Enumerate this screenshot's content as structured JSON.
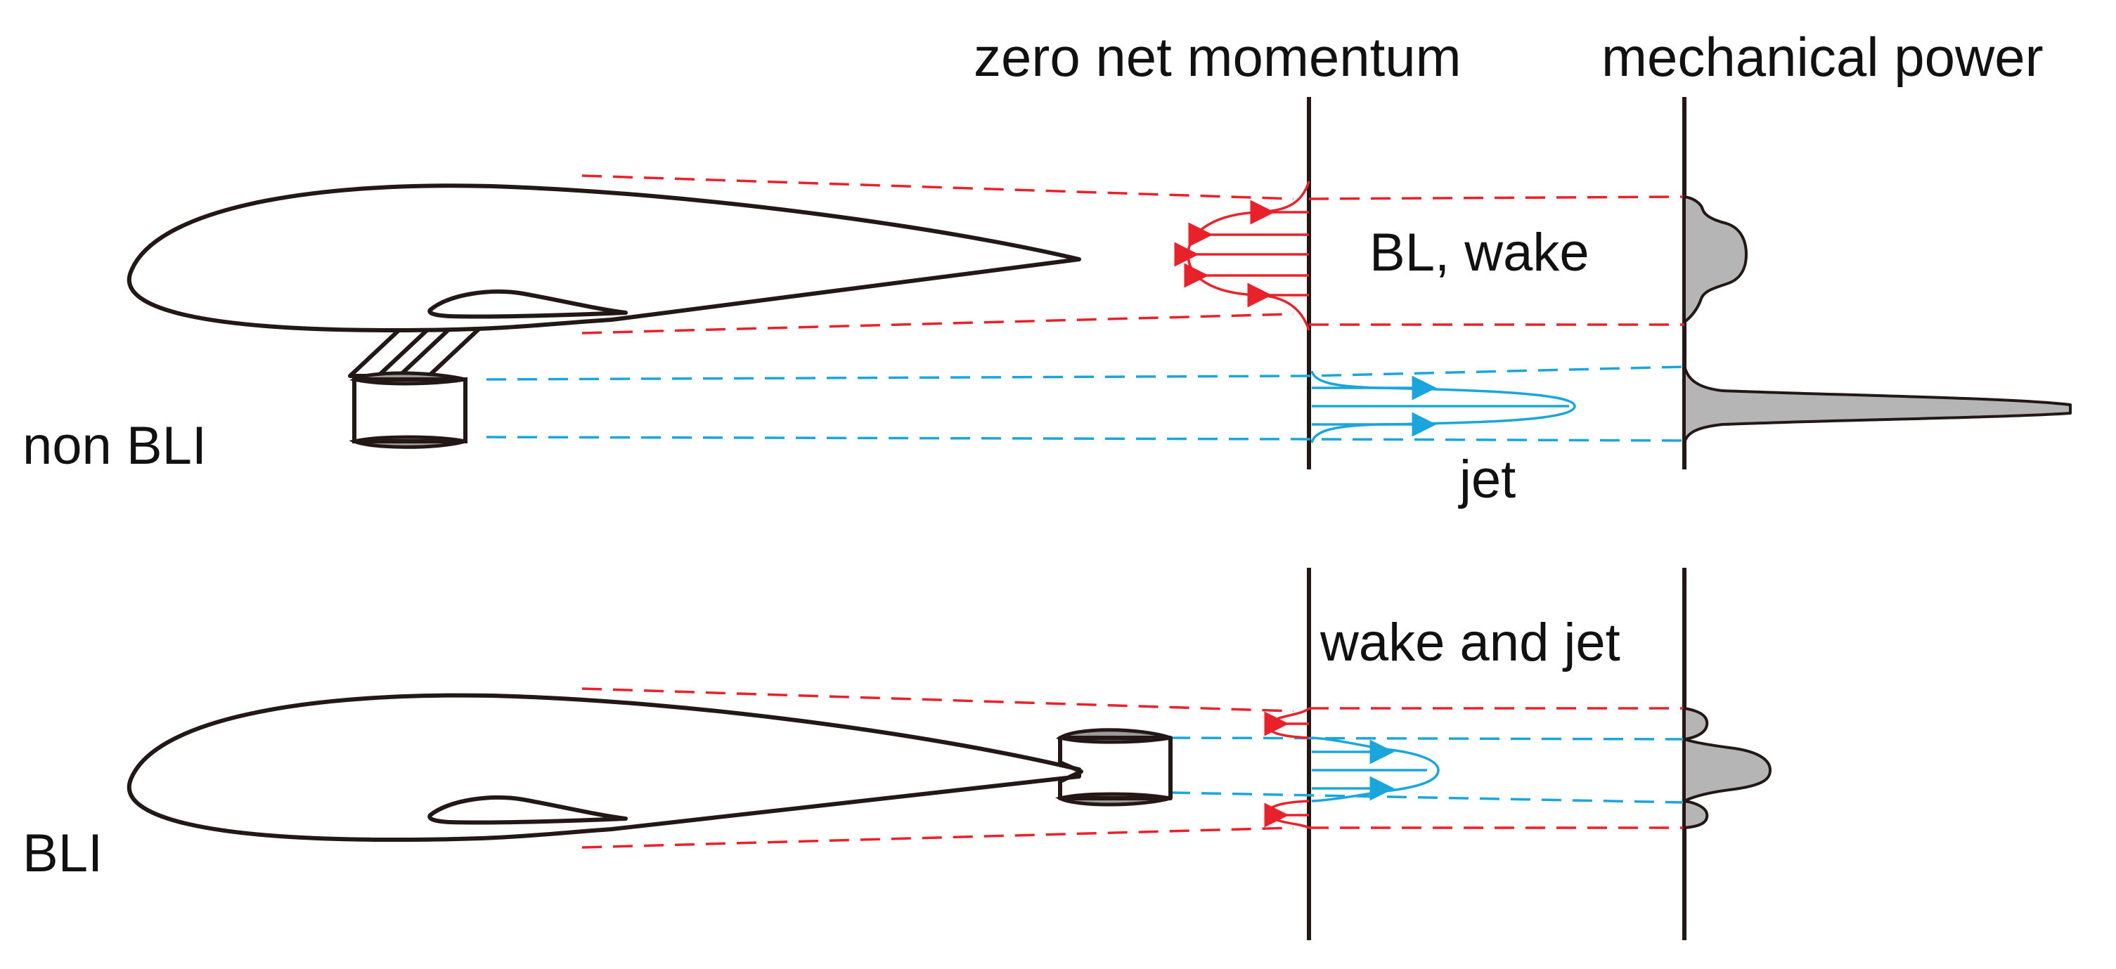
{
  "labels": {
    "zero_net_momentum": "zero net momentum",
    "mechanical_power": "mechanical power",
    "bl_wake": "BL, wake",
    "jet": "jet",
    "wake_and_jet": "wake and jet",
    "non_bli": "non BLI",
    "bli": "BLI"
  },
  "colors": {
    "wake": "#e8212a",
    "jet": "#1aa6dd",
    "outline": "#231815",
    "power_fill": "#b5b5b5"
  }
}
